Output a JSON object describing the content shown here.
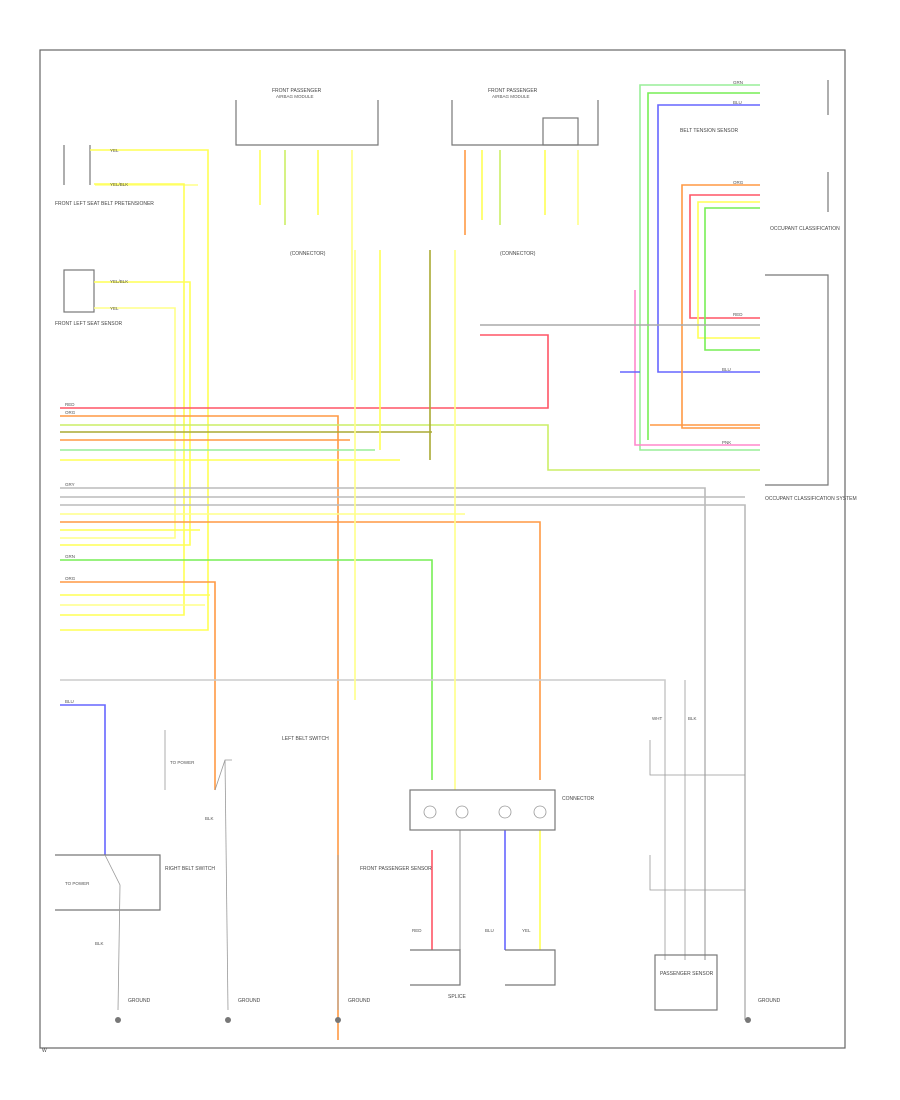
{
  "colors": {
    "yellow": "#ffff55",
    "yellow_green": "#ccee66",
    "green": "#77ee55",
    "orange": "#ff9944",
    "red": "#ff5566",
    "blue": "#6666ff",
    "pink": "#ff88cc",
    "olive": "#aaaa33",
    "gray": "#aaaaaa",
    "lightgreen": "#99ee99"
  },
  "components": {
    "front_passenger_airbag_1": {
      "title": "FRONT PASSENGER",
      "subtitle": "AIRBAG MODULE"
    },
    "front_passenger_airbag_2": {
      "title": "FRONT PASSENGER",
      "subtitle": "AIRBAG MODULE"
    },
    "connector_1": "(CONNECTOR)",
    "connector_2": "(CONNECTOR)",
    "front_left_bolt_sensor": "FRONT LEFT SEAT BELT PRETENSIONER",
    "front_left_seat_sensor": "FRONT LEFT SEAT SENSOR",
    "belt_tension_sensor": "BELT TENSION SENSOR",
    "occupant_classification_1": "OCCUPANT CLASSIFICATION",
    "occupant_classification_2": "OCCUPANT CLASSIFICATION SYSTEM",
    "left_belt_switch": "LEFT BELT SWITCH",
    "right_belt_switch": "RIGHT BELT SWITCH",
    "front_passenger_sensor": "FRONT PASSENGER SENSOR",
    "connector_multi": "CONNECTOR",
    "ground_1": "GROUND",
    "ground_2": "GROUND",
    "ground_3": "GROUND",
    "ground_4": "GROUND",
    "lower_module": "SPLICE",
    "passenger_sensor_bottom": "PASSENGER SENSOR",
    "footer_code": "W",
    "tgt_label_1": "TO POWER",
    "tgt_label_2": "TO POWER"
  },
  "wire_labels": {
    "ye": "YEL",
    "ye_blk": "YEL/BLK",
    "grn": "GRN",
    "org": "ORG",
    "red": "RED",
    "blu": "BLU",
    "pnk": "PNK",
    "blk": "BLK",
    "gry": "GRY",
    "wht": "WHT"
  }
}
